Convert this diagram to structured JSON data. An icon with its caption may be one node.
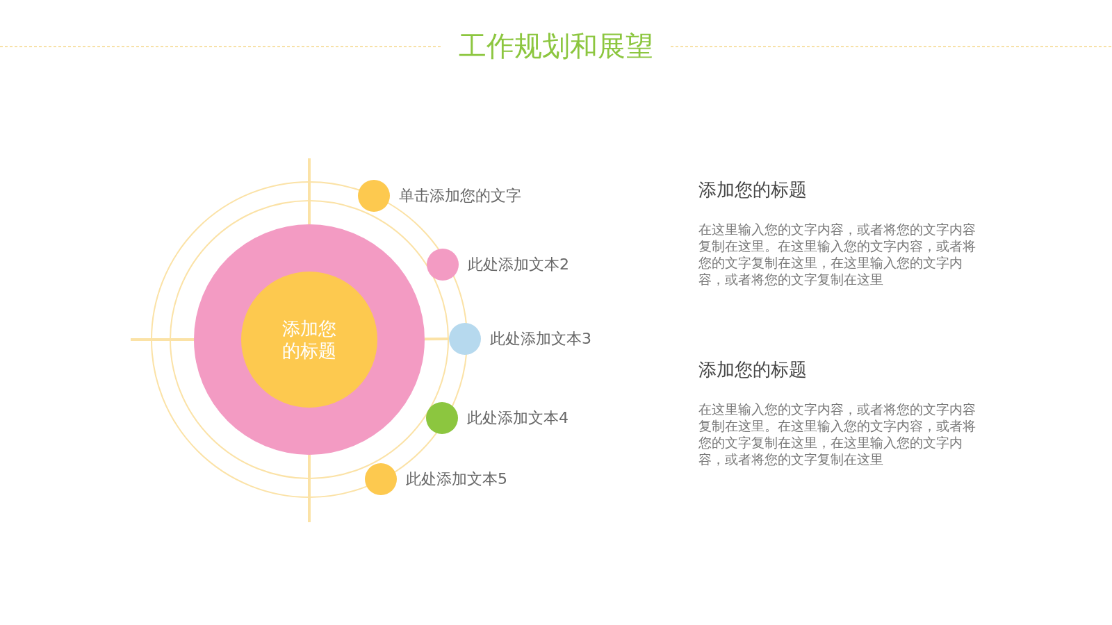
{
  "diagram": {
    "title": "工作规划和展望",
    "nodes": [
      {
        "text": [],
        "shape": "circle"
      },
      {
        "text": [
          "添加您的标题"
        ],
        "in": 0
      },
      {
        "text": [],
        "shape": "circle",
        "beside": [
          "单击添加您的文字"
        ]
      },
      {
        "text": [],
        "shape": "circle",
        "beside": [
          "此处添加文本2"
        ]
      },
      {
        "text": [],
        "shape": "circle",
        "beside": [
          "此处添加文本3"
        ]
      },
      {
        "text": [],
        "shape": "circle",
        "beside": [
          "此处添加文本4"
        ]
      },
      {
        "text": [],
        "shape": "circle",
        "beside": [
          "此处添加文本5"
        ]
      }
    ],
    "edges": [
      {
        "from": 0,
        "to": 4,
        "arrow": "none"
      }
    ],
    "labels": [
      "添加您的标题",
      "在这里输入您的文字内容，或者将您的文字内容复制在这里。在这里输入您的文字内容，或者将您的文字复制在这里，在这里输入您的文字内容，或者将您的文字复制在这里",
      "添加您的标题",
      "在这里输入您的文字内容，或者将您的文字内容复制在这里。在这里输入您的文字内容，或者将您的文字复制在这里，在这里输入您的文字内容，或者将您的文字复制在这里"
    ]
  }
}
